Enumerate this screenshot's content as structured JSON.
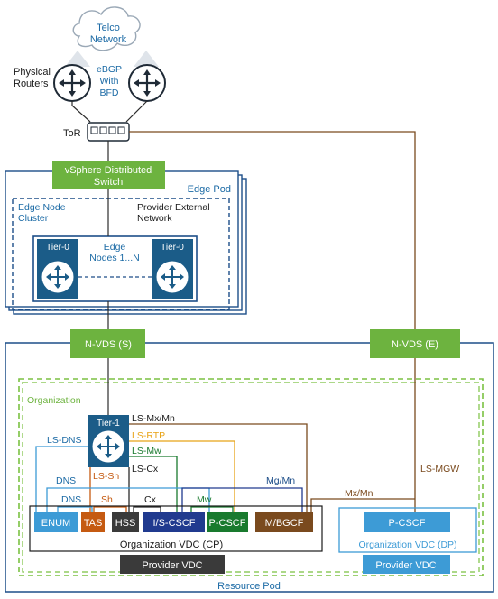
{
  "colors": {
    "blue": "#1d4e89",
    "green": "#6db33f",
    "dark_green": "#197a2e",
    "teal": "#1b6aa5",
    "light_blue": "#3d9bd6",
    "orange": "#c55a11",
    "amber": "#e8a317",
    "brown": "#7a4a1e",
    "navy": "#203a8f",
    "dark_gray": "#3a3a3a",
    "org_green": "#7bc142"
  },
  "telco": {
    "line1": "Telco",
    "line2": "Network"
  },
  "physical_routers": {
    "line1": "Physical",
    "line2": "Routers"
  },
  "ebgp": {
    "line1": "eBGP",
    "line2": "With",
    "line3": "BFD"
  },
  "tor": "ToR",
  "vds": {
    "line1": "vSphere Distributed",
    "line2": "Switch"
  },
  "edge_pod": "Edge Pod",
  "edge_node_cluster": {
    "line1": "Edge Node",
    "line2": "Cluster"
  },
  "provider_external_network": {
    "line1": "Provider External",
    "line2": "Network"
  },
  "tier0_left": "Tier-0",
  "tier0_right": "Tier-0",
  "edge_nodes": {
    "line1": "Edge",
    "line2": "Nodes 1...N"
  },
  "nvds_s": "N-VDS (S)",
  "nvds_e": "N-VDS (E)",
  "organization": "Organization",
  "tier1": "Tier-1",
  "links": {
    "ls_mx_mn": "LS-Mx/Mn",
    "ls_rtp": "LS-RTP",
    "ls_mw": "LS-Mw",
    "ls_cx": "LS-Cx",
    "ls_dns": "LS-DNS",
    "ls_sh": "LS-Sh",
    "ls_mgw": "LS-MGW",
    "dns_outer": "DNS",
    "dns_inner": "DNS",
    "sh": "Sh",
    "cx": "Cx",
    "mw": "Mw",
    "mg_mn": "Mg/Mn",
    "mx_mn": "Mx/Mn"
  },
  "nodes": {
    "enum": "ENUM",
    "tas": "TAS",
    "hss": "HSS",
    "is_cscf": "I/S-CSCF",
    "p_cscf": "P-CSCF",
    "m_bgcf": "M/BGCF",
    "p_cscf_dp": "P-CSCF"
  },
  "org_vdc_cp": "Organization VDC (CP)",
  "org_vdc_dp": "Organization VDC (DP)",
  "provider_vdc_left": "Provider VDC",
  "provider_vdc_right": "Provider VDC",
  "resource_pod": "Resource Pod"
}
